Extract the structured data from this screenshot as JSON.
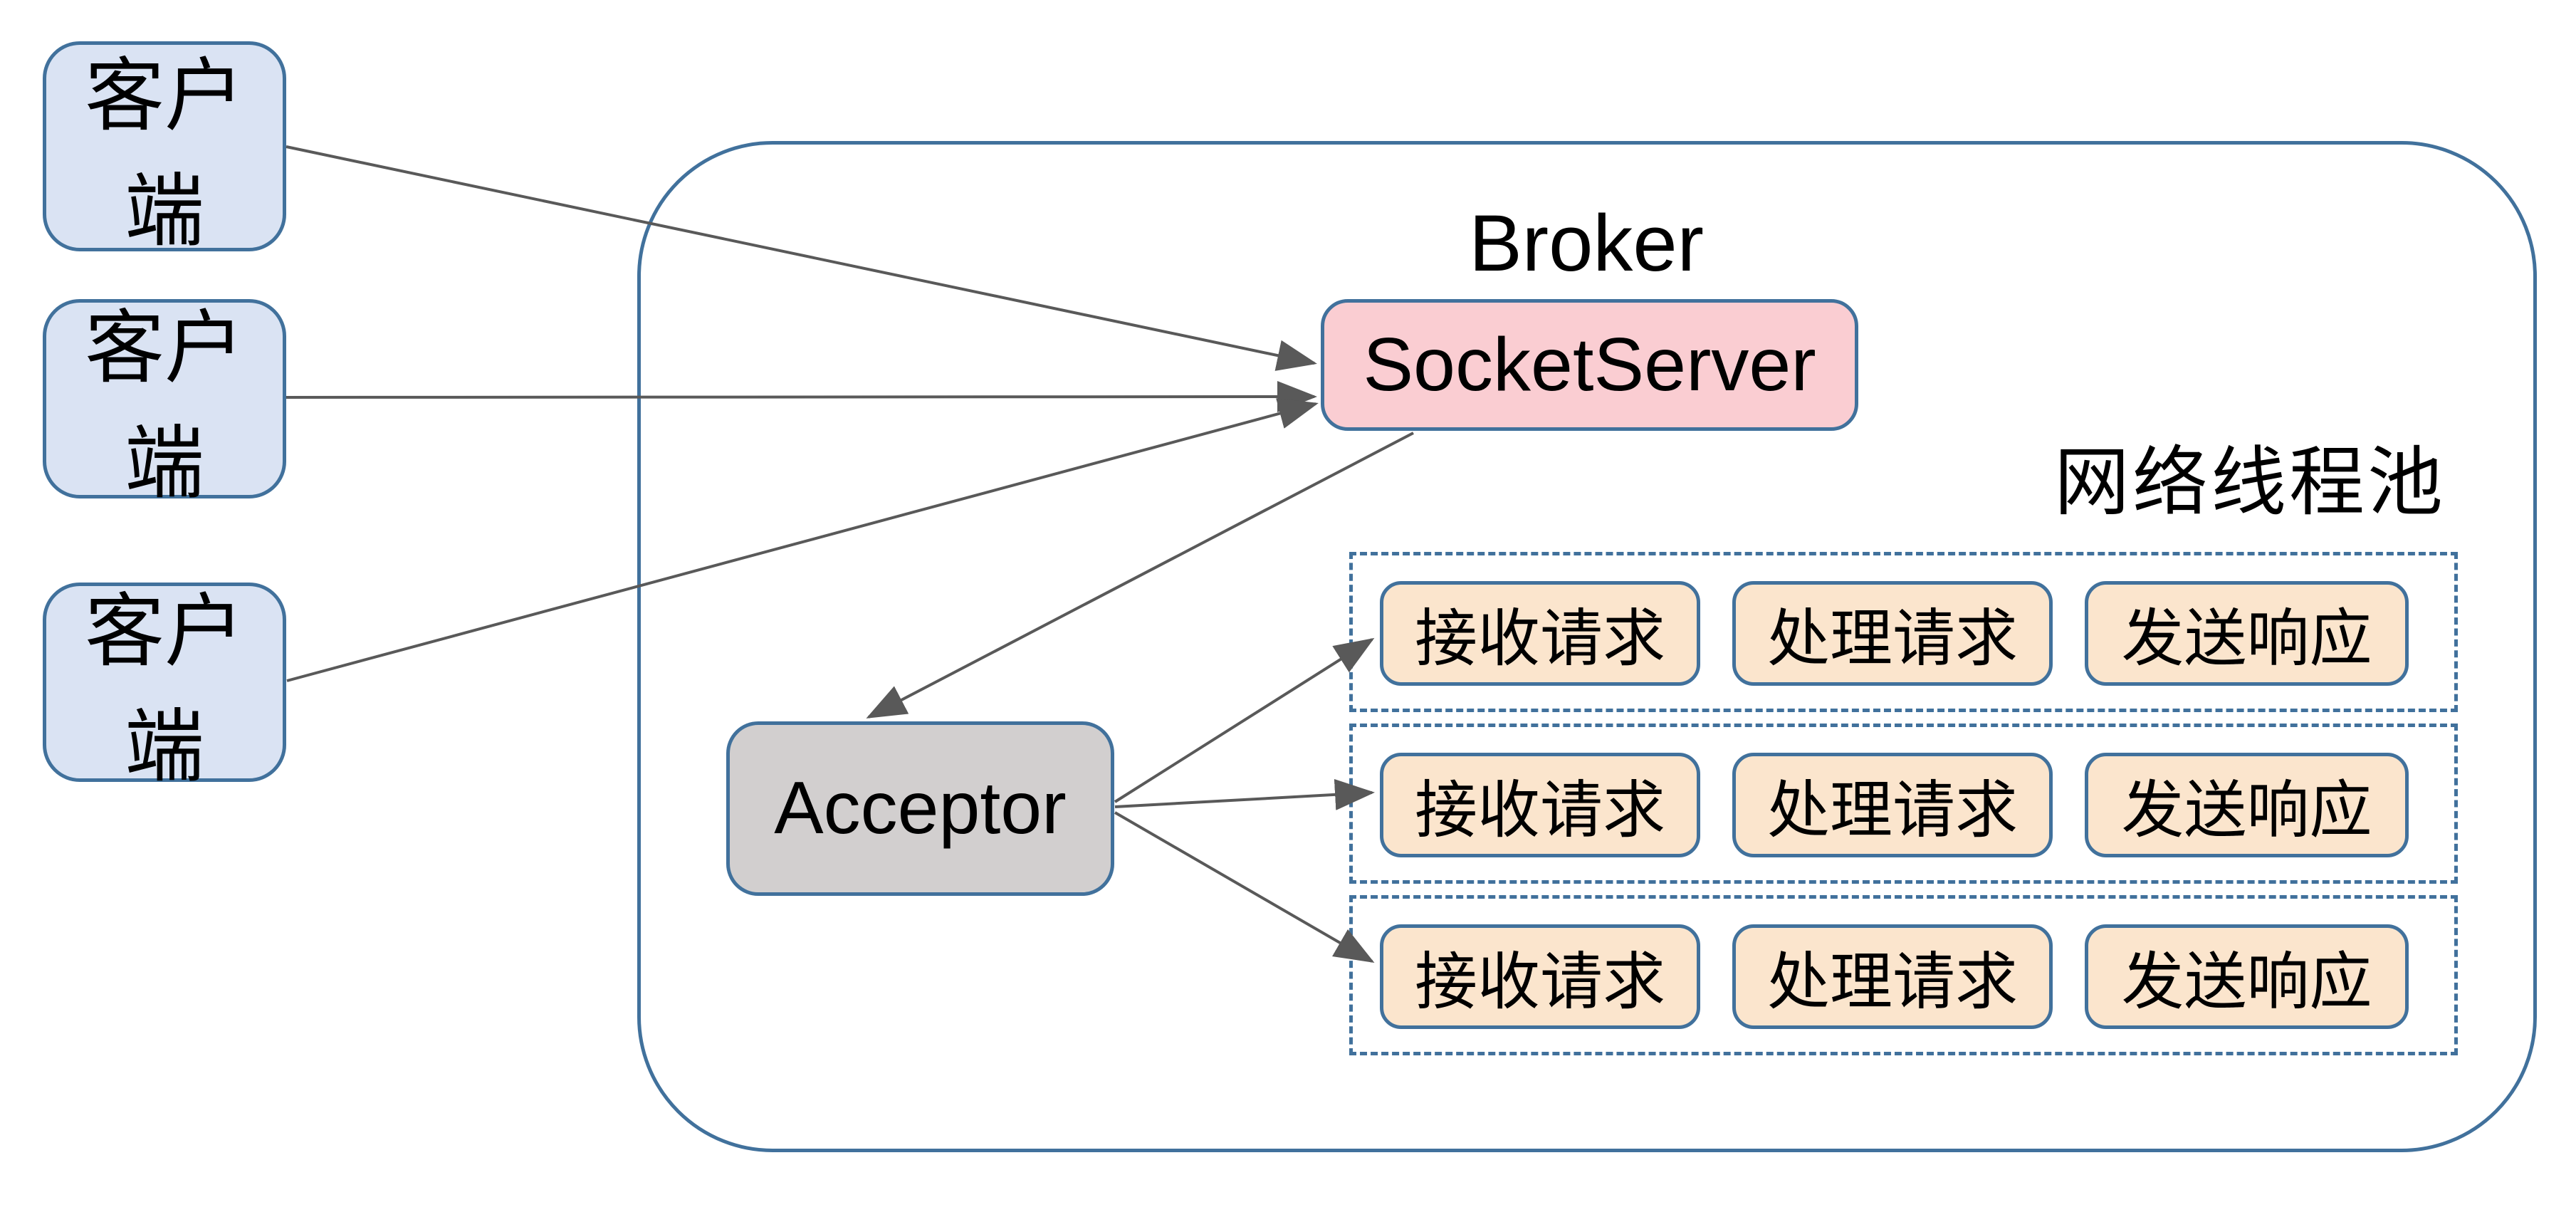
{
  "diagram": {
    "clients": [
      {
        "label": "客户端"
      },
      {
        "label": "客户端"
      },
      {
        "label": "客户端"
      }
    ],
    "broker": {
      "title": "Broker",
      "socket_server": {
        "label": "SocketServer"
      },
      "acceptor": {
        "label": "Acceptor"
      },
      "pool": {
        "title": "网络线程池",
        "rows": [
          {
            "threads": [
              "接收请求",
              "处理请求",
              "发送响应"
            ]
          },
          {
            "threads": [
              "接收请求",
              "处理请求",
              "发送响应"
            ]
          },
          {
            "threads": [
              "接收请求",
              "处理请求",
              "发送响应"
            ]
          }
        ]
      }
    },
    "edges": [
      {
        "from": "client-1",
        "to": "socket-server"
      },
      {
        "from": "client-2",
        "to": "socket-server"
      },
      {
        "from": "client-3",
        "to": "socket-server"
      },
      {
        "from": "socket-server",
        "to": "acceptor"
      },
      {
        "from": "acceptor",
        "to": "thread-row-1"
      },
      {
        "from": "acceptor",
        "to": "thread-row-2"
      },
      {
        "from": "acceptor",
        "to": "thread-row-3"
      }
    ],
    "colors": {
      "canvas_bg": "#FFFFFF",
      "box_border": "#41719C",
      "client_fill": "#DAE3F3",
      "socket_fill": "#FACDD2",
      "acceptor_fill": "#D2CFCF",
      "thread_fill": "#FBE5CD",
      "pool_dash": "#41719C",
      "arrow": "#595959",
      "text": "#000000"
    }
  }
}
